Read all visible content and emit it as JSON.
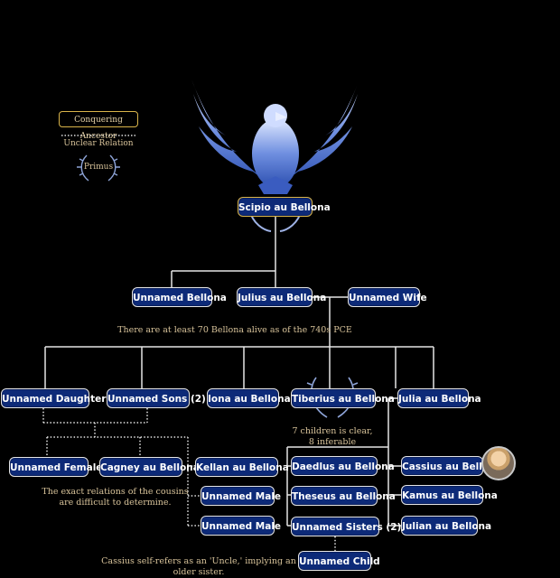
{
  "legend": {
    "conquering_ancestor": "Conquering Ancestor",
    "unclear_relation": "Unclear Relation",
    "primus": "Primus"
  },
  "nodes": {
    "scipio": "Scipio au Bellona",
    "unnamed_bellona": "Unnamed Bellona",
    "julius": "Julius au Bellona",
    "unnamed_wife": "Unnamed Wife",
    "unnamed_daughter": "Unnamed Daughter",
    "unnamed_sons": "Unnamed Sons (2)",
    "iona": "Iona au Bellona",
    "tiberius": "Tiberius au Bellona",
    "julia": "Julia au Bellona",
    "unnamed_female": "Unnamed Female",
    "cagney": "Cagney au Bellona",
    "kellan": "Kellan au Bellona",
    "unnamed_male_1": "Unnamed Male",
    "unnamed_male_2": "Unnamed Male",
    "daedlus": "Daedlus au Bellona",
    "theseus": "Theseus au Bellona",
    "unnamed_sisters": "Unnamed Sisters (2)",
    "unnamed_child": "Unnamed Child",
    "cassius": "Cassius au Bellona",
    "kamus": "Kamus au Bellona",
    "julian": "Julian au Bellona"
  },
  "notes": {
    "alive": "There are at least 70 Bellona alive as of the 740s PCE",
    "children_line1": "7 children is clear,",
    "children_line2": "8 inferable",
    "cousins_line1": "The exact relations of the cousins",
    "cousins_line2": "are difficult to determine.",
    "cassius_note": "Cassius self-refers as an 'Uncle,' implying an older sister."
  },
  "colors": {
    "node_fill": "#0d2a78",
    "node_border": "#e6e6e6",
    "ancestor_border": "#d9b44a",
    "note_text": "#d8c39a",
    "background": "#000000"
  }
}
